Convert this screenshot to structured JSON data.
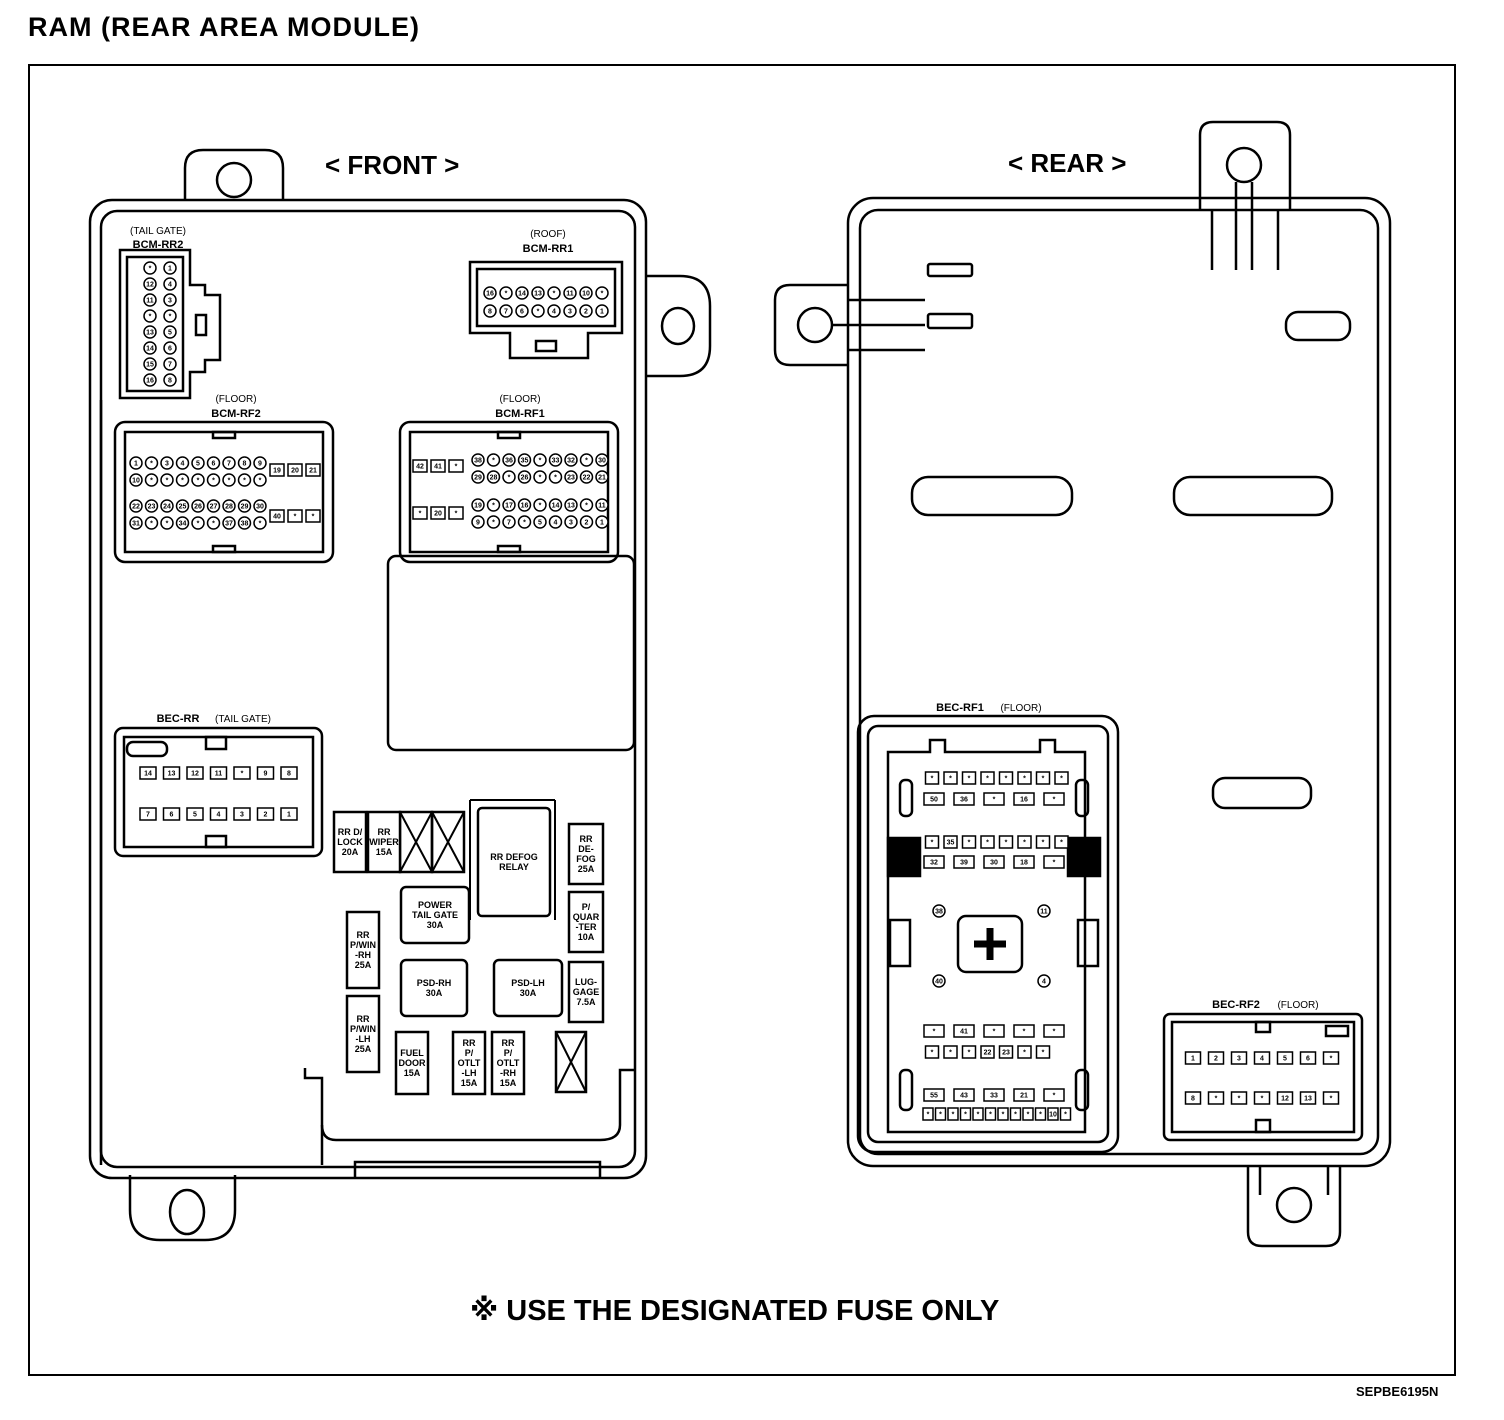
{
  "title": "RAM (REAR AREA MODULE)",
  "front_label": "< FRONT >",
  "rear_label": "< REAR >",
  "notice": "※ USE THE DESIGNATED FUSE ONLY",
  "figure_code": "SEPBE6195N",
  "connectors": {
    "bcm_rr2": {
      "location": "(TAIL GATE)",
      "name": "BCM-RR2",
      "pins": [
        "*",
        "1",
        "12",
        "4",
        "11",
        "3",
        "*",
        "*",
        "13",
        "5",
        "14",
        "6",
        "15",
        "7",
        "16",
        "8"
      ]
    },
    "bcm_rr1": {
      "location": "(ROOF)",
      "name": "BCM-RR1",
      "pins_top": [
        "16",
        "*",
        "14",
        "13",
        "*",
        "11",
        "10",
        "*"
      ],
      "pins_bottom": [
        "8",
        "7",
        "6",
        "*",
        "4",
        "3",
        "2",
        "1"
      ]
    },
    "bcm_rf2": {
      "location": "(FLOOR)",
      "name": "BCM-RF2",
      "pins_r1": [
        "1",
        "*",
        "3",
        "4",
        "5",
        "6",
        "7",
        "8",
        "9"
      ],
      "pins_r2": [
        "10",
        "*",
        "*",
        "*",
        "*",
        "*",
        "*",
        "*",
        "*"
      ],
      "side_r1": [
        "19",
        "20",
        "21"
      ],
      "pins_r3": [
        "22",
        "23",
        "24",
        "25",
        "26",
        "27",
        "28",
        "29",
        "30"
      ],
      "pins_r4": [
        "31",
        "*",
        "*",
        "34",
        "*",
        "*",
        "37",
        "38",
        "*"
      ],
      "side_r4": [
        "40",
        "*",
        "*"
      ]
    },
    "bcm_rf1": {
      "location": "(FLOOR)",
      "name": "BCM-RF1",
      "side_r1": [
        "42",
        "41",
        "*"
      ],
      "pins_r1": [
        "38",
        "*",
        "36",
        "35",
        "*",
        "33",
        "32",
        "*",
        "30"
      ],
      "pins_r2": [
        "29",
        "28",
        "*",
        "26",
        "*",
        "*",
        "23",
        "22",
        "21"
      ],
      "pins_r3": [
        "19",
        "*",
        "17",
        "16",
        "*",
        "14",
        "13",
        "*",
        "11"
      ],
      "side_r4": [
        "*",
        "20",
        "*"
      ],
      "pins_r4": [
        "9",
        "*",
        "7",
        "*",
        "5",
        "4",
        "3",
        "2",
        "1"
      ]
    },
    "bec_rr": {
      "name": "BEC-RR",
      "location": "(TAIL GATE)",
      "pins_top": [
        "14",
        "13",
        "12",
        "11",
        "*",
        "9",
        "8"
      ],
      "pins_bottom": [
        "7",
        "6",
        "5",
        "4",
        "3",
        "2",
        "1"
      ]
    },
    "bec_rf1": {
      "name": "BEC-RF1",
      "location": "(FLOOR)",
      "row1": [
        "*",
        "*",
        "*",
        "*",
        "*",
        "*",
        "*",
        "*"
      ],
      "row2": [
        "50",
        "36",
        "*",
        "16",
        "*"
      ],
      "row3": [
        "*",
        "35",
        "*",
        "*",
        "*",
        "*",
        "*",
        "*"
      ],
      "row4": [
        "32",
        "39",
        "30",
        "18",
        "*"
      ],
      "mid_left": [
        "38",
        "40"
      ],
      "mid_right": [
        "11",
        "4"
      ],
      "row5": [
        "*",
        "41",
        "*",
        "*",
        "*"
      ],
      "row6": [
        "*",
        "*",
        "*",
        "22",
        "23",
        "*",
        "*"
      ],
      "row7": [
        "55",
        "43",
        "33",
        "21",
        "*"
      ],
      "row8": [
        "*",
        "*",
        "*",
        "*",
        "*",
        "*",
        "*",
        "*",
        "*",
        "*",
        "10",
        "*"
      ]
    },
    "bec_rf2": {
      "name": "BEC-RF2",
      "location": "(FLOOR)",
      "pins_top": [
        "1",
        "2",
        "3",
        "4",
        "5",
        "6",
        "*"
      ],
      "pins_bottom": [
        "8",
        "*",
        "*",
        "*",
        "12",
        "13",
        "*"
      ]
    }
  },
  "fuses": [
    {
      "id": "rr_dlock",
      "lines": [
        "RR D/",
        "LOCK",
        "20A"
      ]
    },
    {
      "id": "rr_wiper",
      "lines": [
        "RR",
        "WIPER",
        "15A"
      ]
    },
    {
      "id": "rr_defog_relay",
      "lines": [
        "RR DEFOG",
        "RELAY"
      ]
    },
    {
      "id": "rr_defog",
      "lines": [
        "RR",
        "DE-",
        "FOG",
        "25A"
      ]
    },
    {
      "id": "power_tail_gate",
      "lines": [
        "POWER",
        "TAIL GATE",
        "30A"
      ]
    },
    {
      "id": "p_quarter",
      "lines": [
        "P/",
        "QUAR",
        "-TER",
        "10A"
      ]
    },
    {
      "id": "rr_pwin_rh",
      "lines": [
        "RR",
        "P/WIN",
        "-RH",
        "25A"
      ]
    },
    {
      "id": "psd_rh",
      "lines": [
        "PSD-RH",
        "30A"
      ]
    },
    {
      "id": "psd_lh",
      "lines": [
        "PSD-LH",
        "30A"
      ]
    },
    {
      "id": "luggage",
      "lines": [
        "LUG-",
        "GAGE",
        "7.5A"
      ]
    },
    {
      "id": "rr_pwin_lh",
      "lines": [
        "RR",
        "P/WIN",
        "-LH",
        "25A"
      ]
    },
    {
      "id": "fuel_door",
      "lines": [
        "FUEL",
        "DOOR",
        "15A"
      ]
    },
    {
      "id": "rr_potlt_lh",
      "lines": [
        "RR",
        "P/",
        "OTLT",
        "-LH",
        "15A"
      ]
    },
    {
      "id": "rr_potlt_rh",
      "lines": [
        "RR",
        "P/",
        "OTLT",
        "-RH",
        "15A"
      ]
    }
  ]
}
